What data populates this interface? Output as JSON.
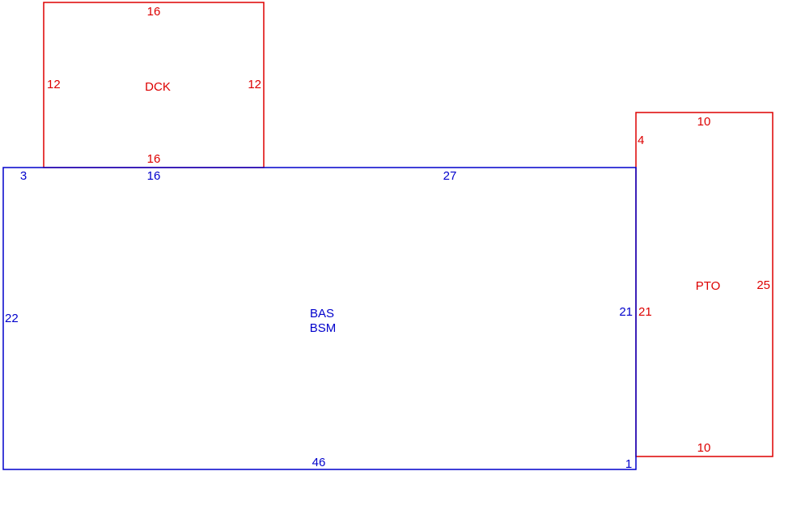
{
  "colors": {
    "main_area": "#0000cc",
    "addition": "#dd0000",
    "background": "#ffffff"
  },
  "areas": {
    "dck": {
      "label": "DCK",
      "top": "16",
      "bottom": "16",
      "left": "12",
      "right": "12"
    },
    "bas": {
      "labels": [
        "BAS",
        "BSM"
      ],
      "top_left_segment": "3",
      "top_segment_dck": "16",
      "top_segment_right": "27",
      "left": "22",
      "right": "21",
      "bottom": "46",
      "bottom_right_segment": "1"
    },
    "pto": {
      "label": "PTO",
      "top": "10",
      "bottom": "10",
      "left_upper_segment": "4",
      "left": "21",
      "right": "25"
    }
  }
}
